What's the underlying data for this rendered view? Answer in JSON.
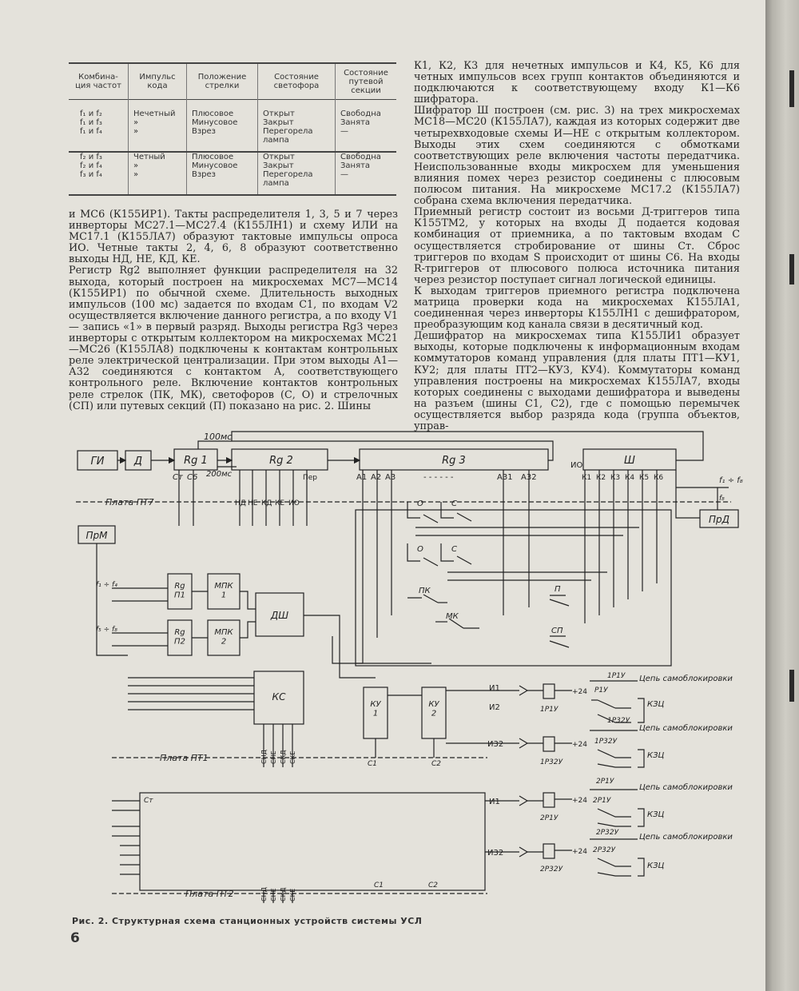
{
  "table": {
    "headers": [
      "Комбина-\nция частот",
      "Импульс\nкода",
      "Положение\nстрелки",
      "Состояние\nсветофора",
      "Состояние\nпутевой\nсекции"
    ],
    "rows": [
      [
        "f₁ и f₂\nf₁ и f₃\nf₁ и f₄",
        "Нечетный\n»\n»",
        "Плюсовое\nМинусовое\nВзрез",
        "Открыт\nЗакрыт\nПерегорела\nлампа",
        "Свободна\nЗанята\n—"
      ],
      [
        "f₂ и f₃\nf₂ и f₄\nf₃ и f₄",
        "Четный\n»\n»",
        "Плюсовое\nМинусовое\nВзрез",
        "Открыт\nЗакрыт\nПерегорела\nлампа",
        "Свободна\nЗанята\n—"
      ]
    ]
  },
  "text": {
    "left": "и МС6 (К155ИР1). Такты распределителя 1, 3, 5 и 7 через инверторы МС27.1—МС27.4 (К155ЛН1) и схему ИЛИ на МС17.1 (К155ЛА7) образуют тактовые импульсы опроса ИО. Четные такты 2, 4, 6, 8 образуют соответственно выходы НД, НЕ, КД, КЕ.\n    Регистр Rg2 выполняет функции распределителя на 32 выхода, который построен на микросхемах МС7—МС14 (К155ИР1) по обычной схеме. Длительность выходных импульсов (100 мс) задается по входам С1, по входам V2 осуществляется включение данного регистра, а по входу V1 — запись «1» в первый разряд. Выходы регистра Rg3 через инверторы с открытым коллектором на микросхемах МС21—МС26 (К155ЛА8) подключены к контактам контрольных реле электрической централизации. При этом выходы А1—А32 соединяются с контактом А, соответствующего контрольного реле. Включение контактов контрольных реле стрелок (ПК, МК), светофоров (С, О) и стрелочных (СП) или путевых секций (П) показано на рис. 2. Шины",
    "right": "К1, К2, К3 для нечетных импульсов и К4, К5, К6 для четных импульсов всех групп контактов объединяются и подключаются к соответствующему входу К1—К6 шифратора.\n    Шифратор Ш построен (см. рис. 3) на трех микросхемах МС18—МС20 (К155ЛА7), каждая из которых содержит две четырехвходовые схемы И—НЕ с открытым коллектором. Выходы этих схем соединяются с обмотками соответствующих реле включения частоты передатчика. Неиспользованные входы микросхем для уменьшения влияния помех через резистор соединены с плюсовым полюсом питания. На микросхеме МС17.2 (К155ЛА7) собрана схема включения передатчика.\n    Приемный регистр состоит из восьми Д-триггеров типа К155ТМ2, у которых на входы Д подается кодовая комбинация от приемника, а по тактовым входам С осуществляется стробирование от шины Ст. Сброс триггеров по входам S происходит от шины С6. На входы R-триггеров от плюсового полюса источника питания через резистор поступает сигнал логической единицы.\n    К выходам триггеров приемного регистра подключена матрица проверки кода на микросхемах К155ЛА1, соединенная через инверторы К155ЛН1 с дешифратором, преобразующим код канала связи в десятичный код.\n    Дешифратор на микросхемах типа К155ЛИ1 образует выходы, которые подключены к информационным входам коммутаторов команд управления (для платы ПТ1—КУ1, КУ2; для платы ПТ2—КУ3, КУ4). Коммутаторы команд управления построены на микросхемах К155ЛА7, входы которых соединены с выходами дешифратора и выведены на разъем (шины С1, С2), где с помощью перемычек осуществляется выбор разряда кода (группа объектов, управ-"
  },
  "diagram": {
    "blocks": {
      "gi": "ГИ",
      "d": "Д",
      "rg1": "Rg 1",
      "rg2": "Rg 2",
      "rg3": "Rg 3",
      "sh": "Ш",
      "prm": "ПрМ",
      "prd": "ПрД",
      "rgp1": "Rg\nП1",
      "rgp2": "Rg\nП2",
      "mpk1": "МПК\n1",
      "mpk2": "МПК\n2",
      "dsh": "ДШ",
      "ks": "КС",
      "ku1": "КУ\n1",
      "ku2": "КУ\n2"
    },
    "labels": {
      "t100": "100мс",
      "t200": "200мс",
      "st": "Ст",
      "s6": "С6",
      "pt7": "Плата ПТ7",
      "pt1": "Плата ПТ1",
      "pt2": "Плата ПТ2",
      "io": "ИО",
      "a1": "А1",
      "a2": "А2",
      "a3": "А3",
      "a31": "А31",
      "a32": "А32",
      "dots": "- - - - - -",
      "k1": "К1",
      "k2": "К2",
      "k3": "К3",
      "k4": "К4",
      "k5": "К5",
      "k6": "К6",
      "nd": "НД",
      "ne": "НЕ",
      "kd": "КД",
      "ke": "КЕ",
      "io2": "ИО",
      "per": "Пер",
      "c_o1": "О",
      "c_c1": "С",
      "c_o2": "О",
      "c_c2": "С",
      "pk": "ПК",
      "mk": "МК",
      "p": "П",
      "sp": "СП",
      "f1f8": "f₁ ÷ f₈",
      "f1f4": "f₁ ÷ f₄",
      "f5f8": "f₅ ÷ f₈",
      "i1a": "И1",
      "i2a": "И2",
      "i32a": "И32",
      "i1b": "И1",
      "i32b": "И32",
      "c1a": "С1",
      "c2a": "С2",
      "c1b": "С1",
      "c2b": "С2",
      "p24a": "+24",
      "p24b": "+24",
      "p24c": "+24",
      "p24d": "+24",
      "r1p1y_top": "1Р1У",
      "r1p1y_bot": "1Р1У",
      "r1p1y_c": "Р1У",
      "r1p32y_top": "1Р32У",
      "r1p32y_bot": "1Р32У",
      "r1p32y_c": "1Р32У",
      "r2p1y_top": "2Р1У",
      "r2p1y_bot": "2Р1У",
      "r2p1y_c": "2Р1У",
      "r2p32y_top": "2Р32У",
      "r2p32y_bot": "2Р32У",
      "r2p32y_c": "2Р32У",
      "chain1": "Цепь самоблокировки",
      "chain2": "Цепь самоблокировки",
      "chain3": "Цепь самоблокировки",
      "chain4": "Цепь самоблокировки",
      "kzc1": "КЗЦ",
      "kzc2": "КЗЦ",
      "kzc3": "КЗЦ",
      "kzc4": "КЗЦ",
      "snd1": "СНД",
      "sne1": "СНЕ",
      "skd1": "СКД",
      "ske1": "СКЕ",
      "snd2": "СНД",
      "sne2": "СНЕ",
      "skd2": "СКД",
      "ske2": "СКЕ",
      "st2": "Ст",
      "f8": "f₈"
    }
  },
  "caption": "Рис. 2. Структурная схема станционных устройств системы УСЛ",
  "page_number": "6"
}
